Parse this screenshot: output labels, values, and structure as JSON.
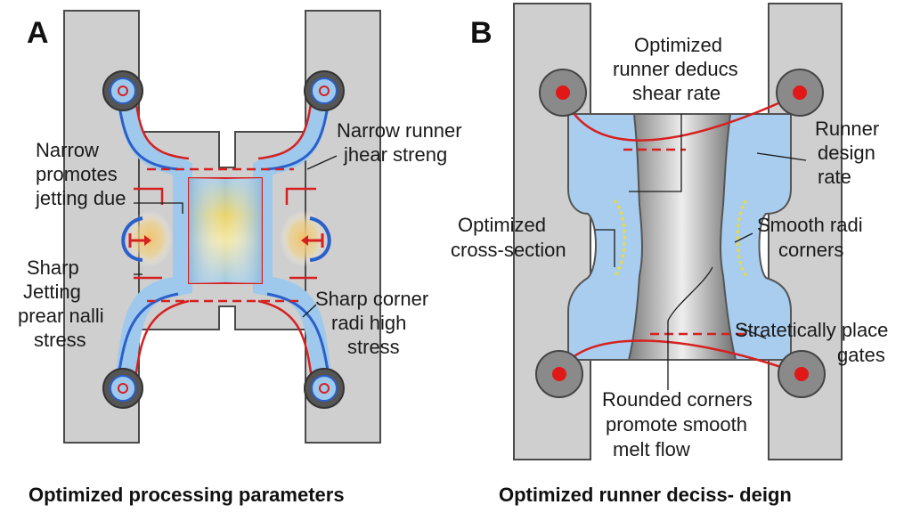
{
  "panels": {
    "a": {
      "letter": "A",
      "caption": "Optimized processing parameters",
      "labels": {
        "narrow_promotes": [
          "Narrow",
          "promotes",
          "jetting due"
        ],
        "narrow_runner": [
          "Narrow runner",
          "jhear streng"
        ],
        "sharp_jetting": [
          "Sharp",
          "Jetting",
          "prear nalli",
          "stress"
        ],
        "sharp_corner": [
          "Sharp corner",
          "radi high",
          "stress"
        ]
      }
    },
    "b": {
      "letter": "B",
      "caption": "Optimized runner deciss- deign",
      "labels": {
        "optimized_runner": [
          "Optimized",
          "runner deducs",
          "shear rate"
        ],
        "runner_design": [
          "Runner",
          "design",
          "rate"
        ],
        "optimized_cross": [
          "Optimized",
          "cross-section"
        ],
        "smooth_radi": [
          "Smooth radi",
          "corners"
        ],
        "strategically": [
          "Stratetically place",
          "gates"
        ],
        "rounded_corners": [
          "Rounded corners",
          "promote smooth",
          "melt flow"
        ]
      }
    }
  },
  "colors": {
    "plate": "#cfcfcf",
    "runner_blue": "#9ec9ec",
    "flow_red": "#d62020",
    "channel_blue": "#2b5fc9",
    "cavity_yellow": "#e9c84a",
    "gate_red": "#e01818"
  }
}
